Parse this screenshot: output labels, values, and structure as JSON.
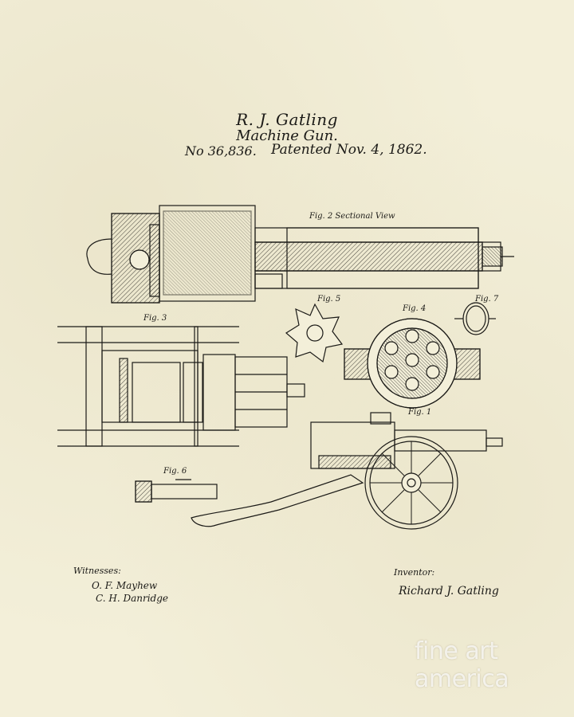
{
  "header": {
    "inventor": "R. J. Gatling",
    "title": "Machine Gun.",
    "patent_no": "No 36,836.",
    "patent_date": "Patented Nov. 4, 1862."
  },
  "figures": {
    "fig2": "Fig. 2  Sectional View",
    "fig3": "Fig. 3",
    "fig4": "Fig. 4",
    "fig5": "Fig. 5",
    "fig6": "Fig. 6",
    "fig7": "Fig. 7",
    "fig1": "Fig. 1"
  },
  "footer": {
    "witnesses_label": "Witnesses:",
    "witness1": "O. F. Mayhew",
    "witness2": "C. H. Danridge",
    "inventor_label": "Inventor:",
    "inventor_signature": "Richard J. Gatling"
  },
  "watermark": {
    "text": "fine art america",
    "sub": "fine art america"
  },
  "colors": {
    "paper": "#f3efd9",
    "ink": "#1b1a17"
  }
}
